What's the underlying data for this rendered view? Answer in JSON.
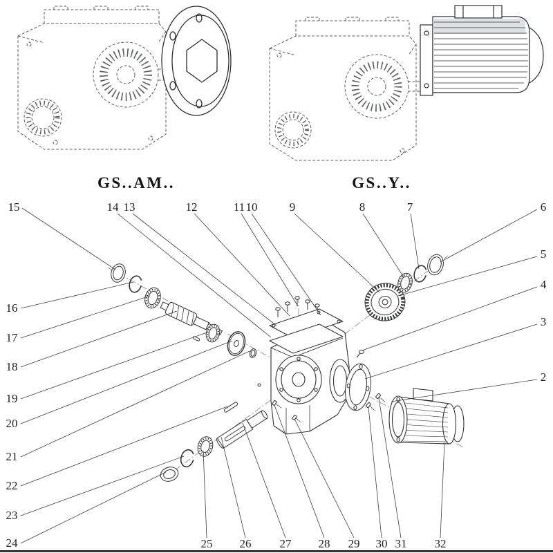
{
  "diagram": {
    "title_left": "GS..AM..",
    "title_right": "GS..Y.."
  },
  "callouts": {
    "c2": "2",
    "c3": "3",
    "c4": "4",
    "c5": "5",
    "c6": "6",
    "c7": "7",
    "c8": "8",
    "c9": "9",
    "c10": "10",
    "c11": "11",
    "c12": "12",
    "c13": "13",
    "c14": "14",
    "c15": "15",
    "c16": "16",
    "c17": "17",
    "c18": "18",
    "c19": "19",
    "c20": "20",
    "c21": "21",
    "c22": "22",
    "c23": "23",
    "c24": "24",
    "c25": "25",
    "c26": "26",
    "c27": "27",
    "c28": "28",
    "c29": "29",
    "c30": "30",
    "c31": "31",
    "c32": "32"
  }
}
